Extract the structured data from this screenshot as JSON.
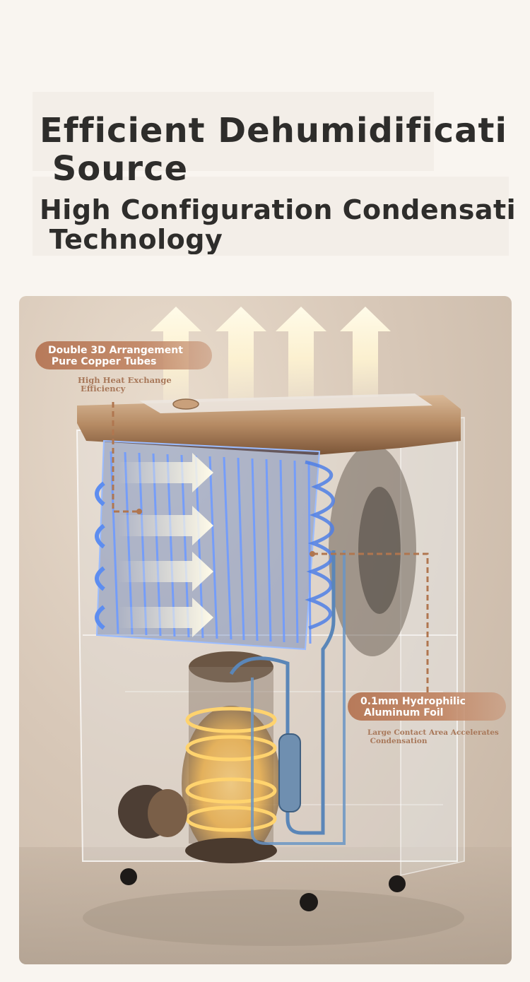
{
  "headline": {
    "title": "Efficient Dehumidificati\n Source",
    "subtitle": "High Configuration Condensati\n Technology"
  },
  "callouts": {
    "copper_tubes": {
      "label": "Double 3D Arrangement\n Pure Copper Tubes",
      "note": "High Heat Exchange\n Efficiency"
    },
    "aluminum_foil": {
      "label": "0.1mm Hydrophilic\n Aluminum Foil",
      "note": "Large Contact Area Accelerates\n Condensation"
    }
  },
  "colors": {
    "background": "#f9f5f0",
    "headline_text": "#2e2d2b",
    "callout_pill": "#b77a5a",
    "callout_note": "#a8785a",
    "coil_blue": "#3d6fe0",
    "compressor_glow": "#f2b347",
    "top_cover_bronze": "#b58a63"
  }
}
